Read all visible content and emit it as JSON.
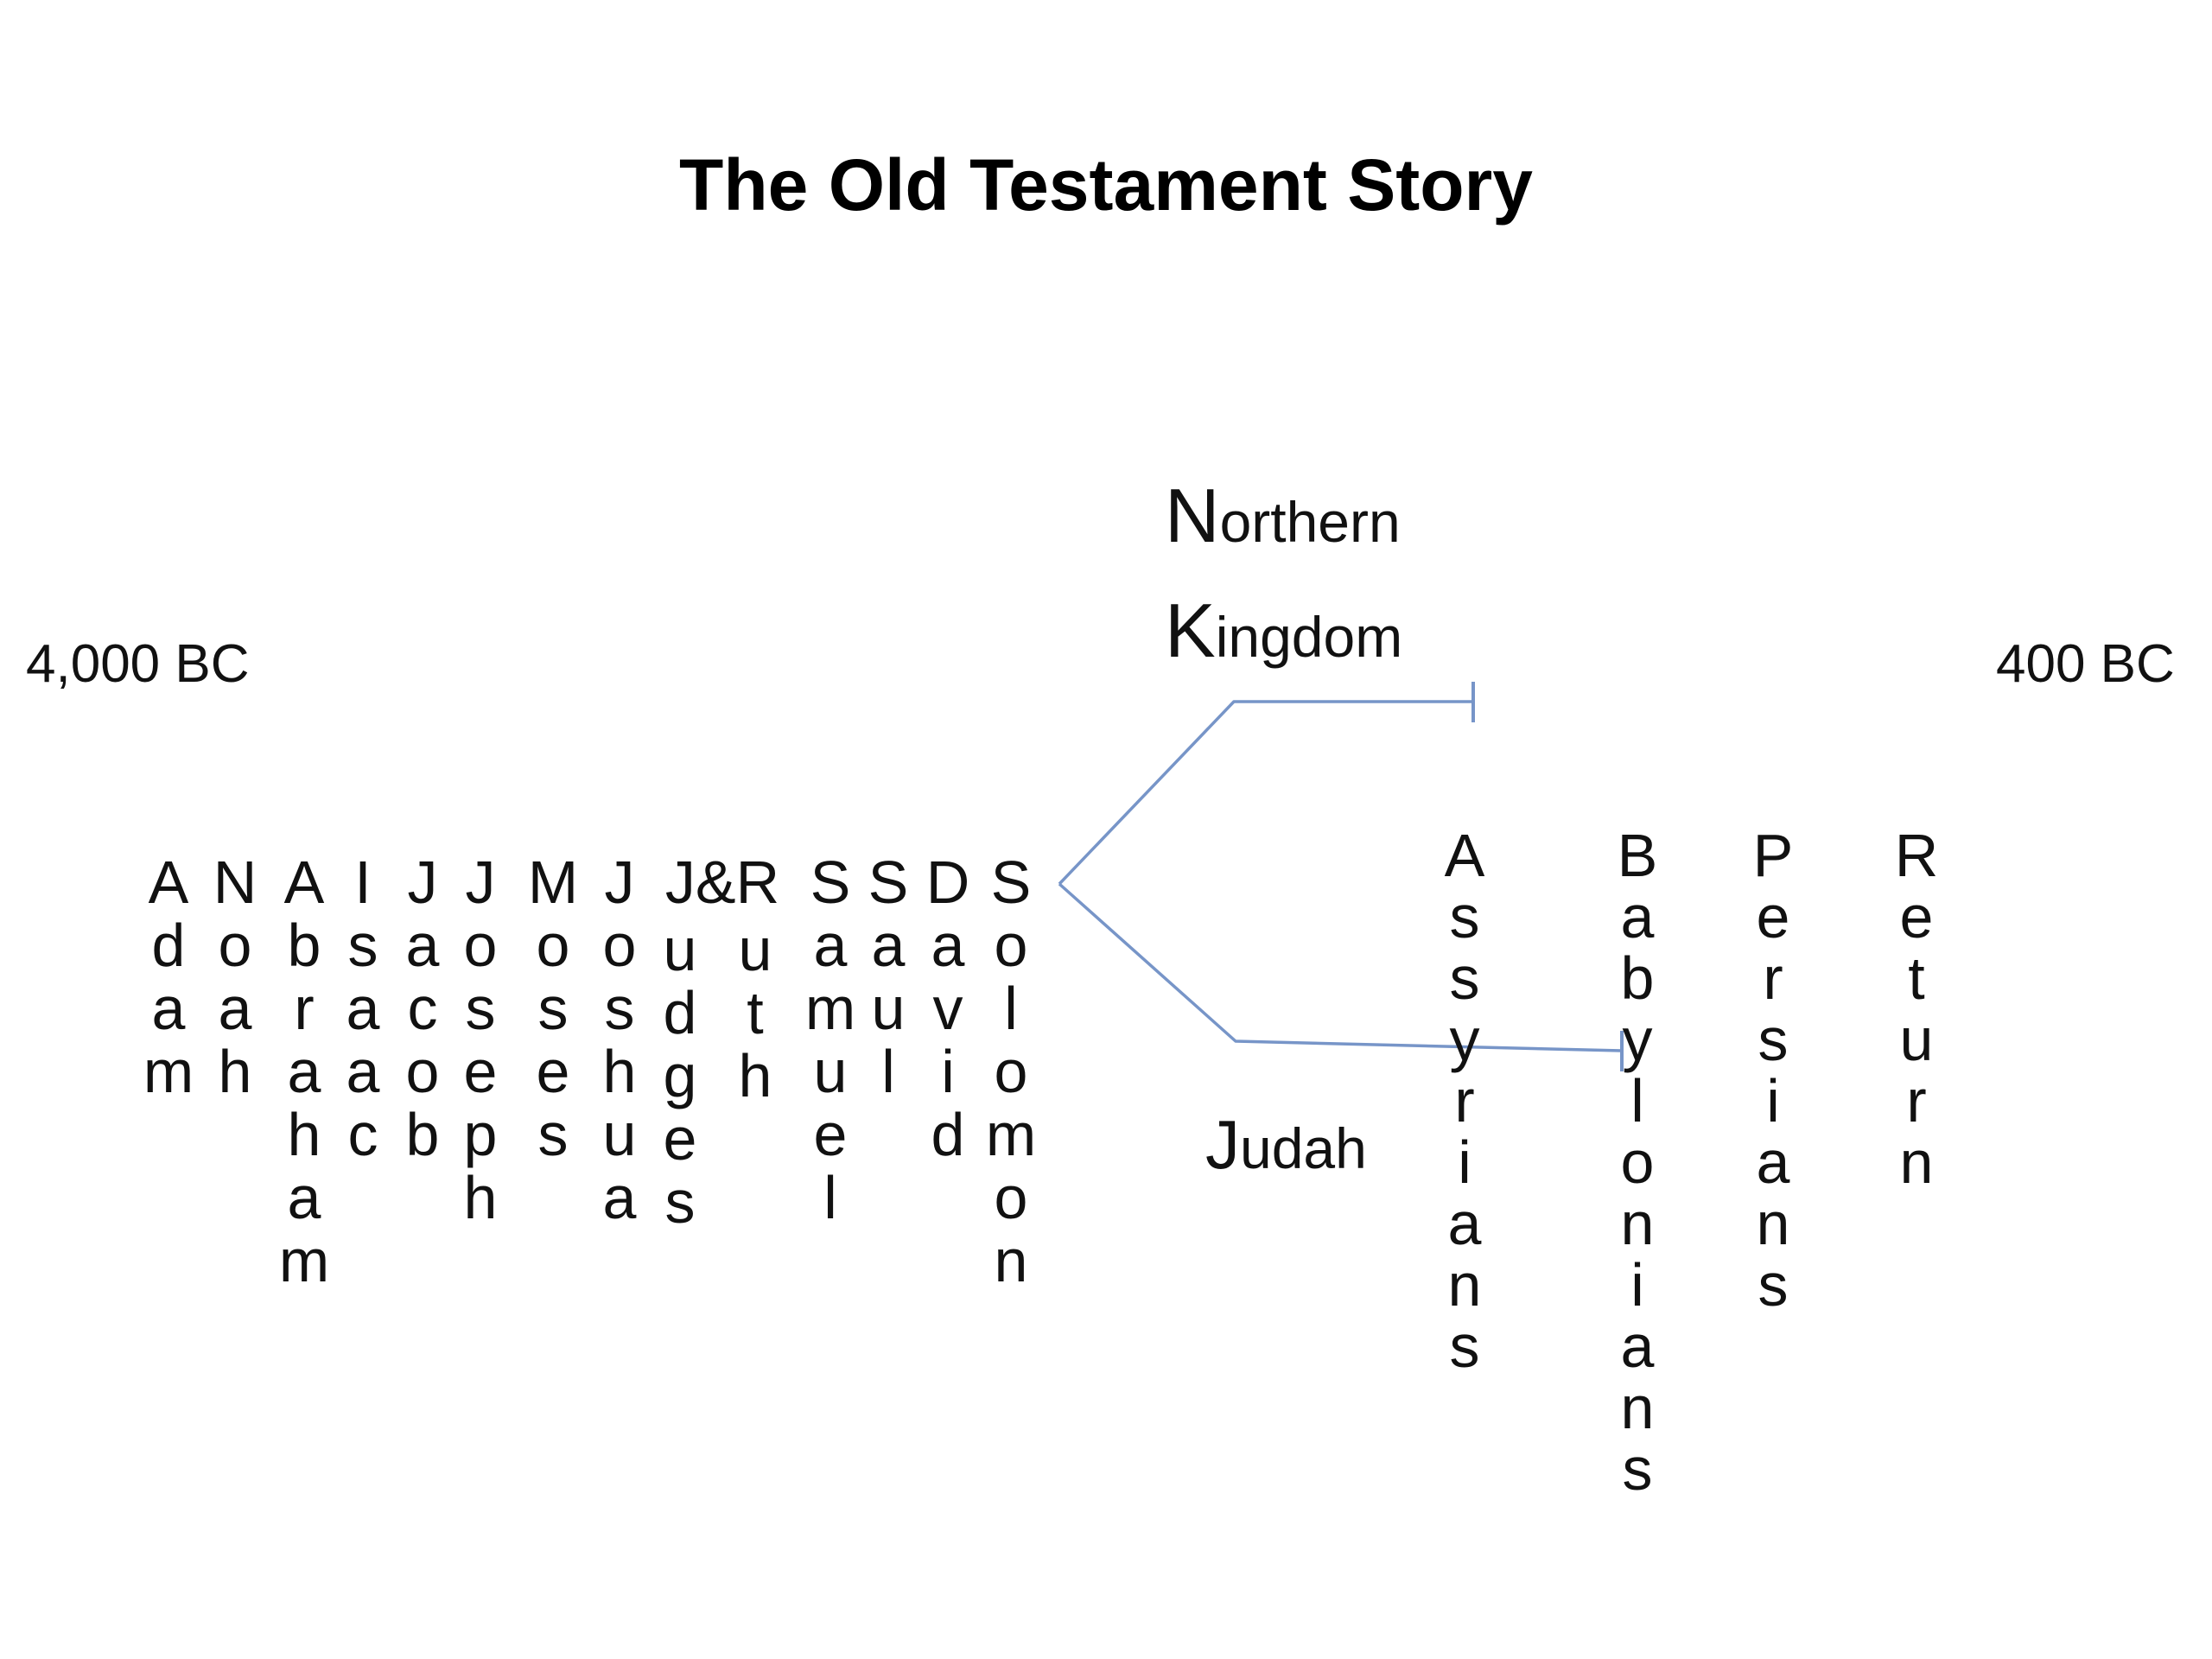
{
  "title": "The Old Testament Story",
  "timeline": {
    "start_label": "4,000 BC",
    "end_label": "400 BC"
  },
  "northern_kingdom_label": {
    "initial1": "N",
    "rest1": "orthern",
    "initial2": "K",
    "rest2": "ingdom"
  },
  "judah_label": {
    "initial": "J",
    "rest": "udah"
  },
  "colors": {
    "accent_line": "#7795c8",
    "text": "#111111"
  },
  "era_columns": {
    "pre_division": [
      {
        "initial": "A",
        "word": "Adam"
      },
      {
        "initial": "N",
        "word": "Noah"
      },
      {
        "initial": "A",
        "word": "Abraham"
      },
      {
        "initial": "I",
        "word": "Isaac"
      },
      {
        "initial": "J",
        "word": "Jacob"
      },
      {
        "initial": "J",
        "word": "Joseph"
      },
      {
        "initial": "M",
        "word": "Moses"
      },
      {
        "initial": "J",
        "word": "Joshua"
      },
      {
        "initial": "J&R",
        "word": "Judges & Ruth",
        "stacks": [
          {
            "letters": "udges"
          },
          {
            "letters": "uth"
          }
        ]
      },
      {
        "initial": "S",
        "word": "Samuel"
      },
      {
        "initial": "S",
        "word": "Saul"
      },
      {
        "initial": "D",
        "word": "David"
      },
      {
        "initial": "S",
        "word": "Solomon"
      }
    ],
    "post_division": [
      {
        "initial": "A",
        "word": "Assyrians"
      },
      {
        "initial": "B",
        "word": "Babylonians"
      },
      {
        "initial": "P",
        "word": "Persians"
      },
      {
        "initial": "R",
        "word": "Return"
      }
    ]
  }
}
